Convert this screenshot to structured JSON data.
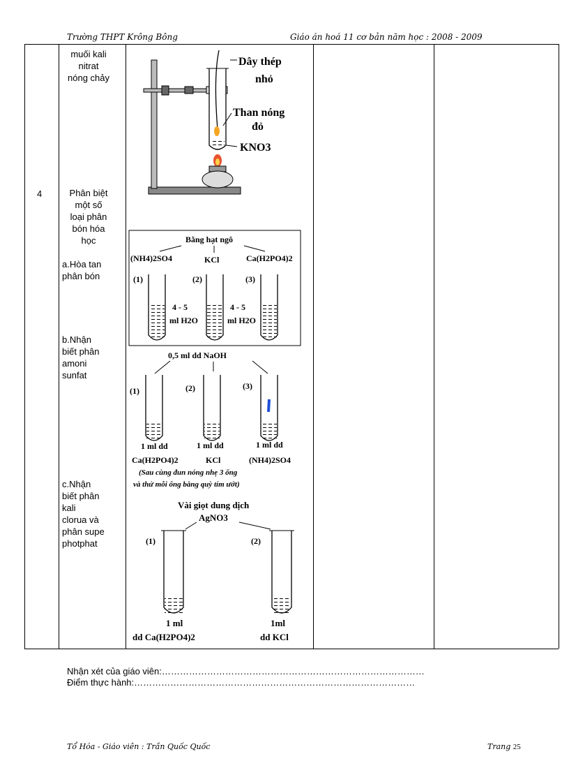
{
  "header": {
    "left": "Trường THPT Krông Bông",
    "right": "Giáo án hoá 11 cơ bản năm học : 2008 - 2009"
  },
  "row_number": "4",
  "col2": {
    "top_lines": [
      "muối kali",
      "nitrat",
      "nóng chảy"
    ],
    "title_lines": [
      "Phân biệt",
      "một số",
      "loại phân",
      "bón hóa",
      "học"
    ],
    "a_lines": [
      "a.Hòa tan",
      "phân bón"
    ],
    "b_lines": [
      "b.Nhận",
      "biết phân",
      "amoni",
      "sunfat"
    ],
    "c_lines": [
      "c.Nhận",
      "biết phân",
      "kali",
      "clorua và",
      "phân supe",
      "photphat"
    ]
  },
  "fig1": {
    "wire": "Dây thép",
    "wire2": "nhỏ",
    "charcoal": "Than nóng",
    "charcoal2": "đỏ",
    "kno3": "KNO3"
  },
  "fig2": {
    "title": "Bằng hạt ngô",
    "salt1": "(NH4)2SO4",
    "salt2": "KCl",
    "salt3": "Ca(H2PO4)2",
    "tube1": "(1)",
    "tube2": "(2)",
    "tube3": "(3)",
    "water_amount": "4 - 5",
    "water_unit": "ml H2O"
  },
  "fig3": {
    "reagent": "0,5 ml dd NaOH",
    "tube1": "(1)",
    "tube2": "(2)",
    "tube3": "(3)",
    "amount": "1 ml dd",
    "sol1": "Ca(H2PO4)2",
    "sol2": "KCl",
    "sol3": "(NH4)2SO4",
    "note1": "(Sau cùng đun nóng nhẹ 3 ống",
    "note2": "và thử mỗi ống bằng quỳ tím ướt)"
  },
  "fig4": {
    "reagent1": "Vài giọt dung dịch",
    "reagent2": "AgNO3",
    "tube1": "(1)",
    "tube2": "(2)",
    "amount1": "1 ml",
    "sol1": "dd Ca(H2PO4)2",
    "amount2": "1ml",
    "sol2": "dd KCl"
  },
  "notes": {
    "line1": "Nhận xét của giáo viên:……………………………………………………………………………",
    "line2": "Điểm thực hành:…………………………………………………………………………………"
  },
  "footer": {
    "left": "Tổ Hóa - Giáo viên : Trần Quốc Quốc",
    "right_label": "Trang",
    "page": "25"
  }
}
